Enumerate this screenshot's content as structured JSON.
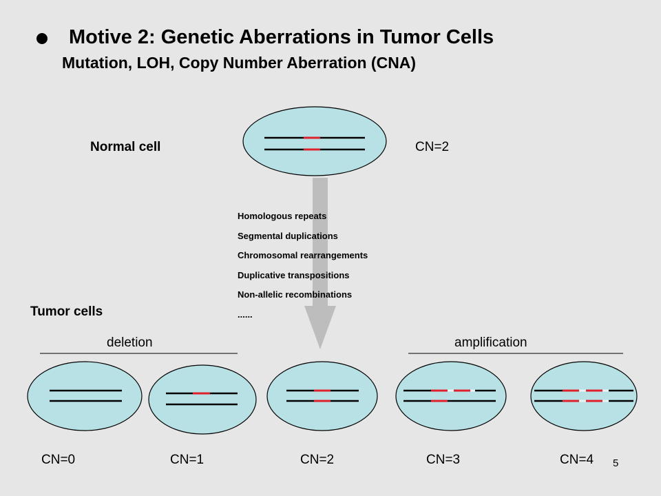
{
  "slide": {
    "title": "Motive 2: Genetic Aberrations in Tumor Cells",
    "subtitle": "Mutation, LOH, Copy Number Aberration (CNA)",
    "page_number": "5"
  },
  "normal_cell": {
    "label": "Normal cell",
    "cn_label": "CN=2"
  },
  "mechanisms": [
    "Homologous repeats",
    "Segmental duplications",
    "Chromosomal rearrangements",
    "Duplicative transpositions",
    "Non-allelic recombinations",
    "......"
  ],
  "tumor": {
    "label": "Tumor cells",
    "deletion_label": "deletion",
    "amplification_label": "amplification",
    "cells": [
      {
        "cn_label": "CN=0",
        "red_segments": 0
      },
      {
        "cn_label": "CN=1",
        "red_segments": 1
      },
      {
        "cn_label": "CN=2",
        "red_segments": 2
      },
      {
        "cn_label": "CN=3",
        "red_segments": 3
      },
      {
        "cn_label": "CN=4",
        "red_segments": 4
      }
    ]
  },
  "colors": {
    "background": "#e6e6e6",
    "cell_fill": "#b7e1e4",
    "segment_red": "#e0202a",
    "arrow_gray": "#bdbdbd"
  }
}
